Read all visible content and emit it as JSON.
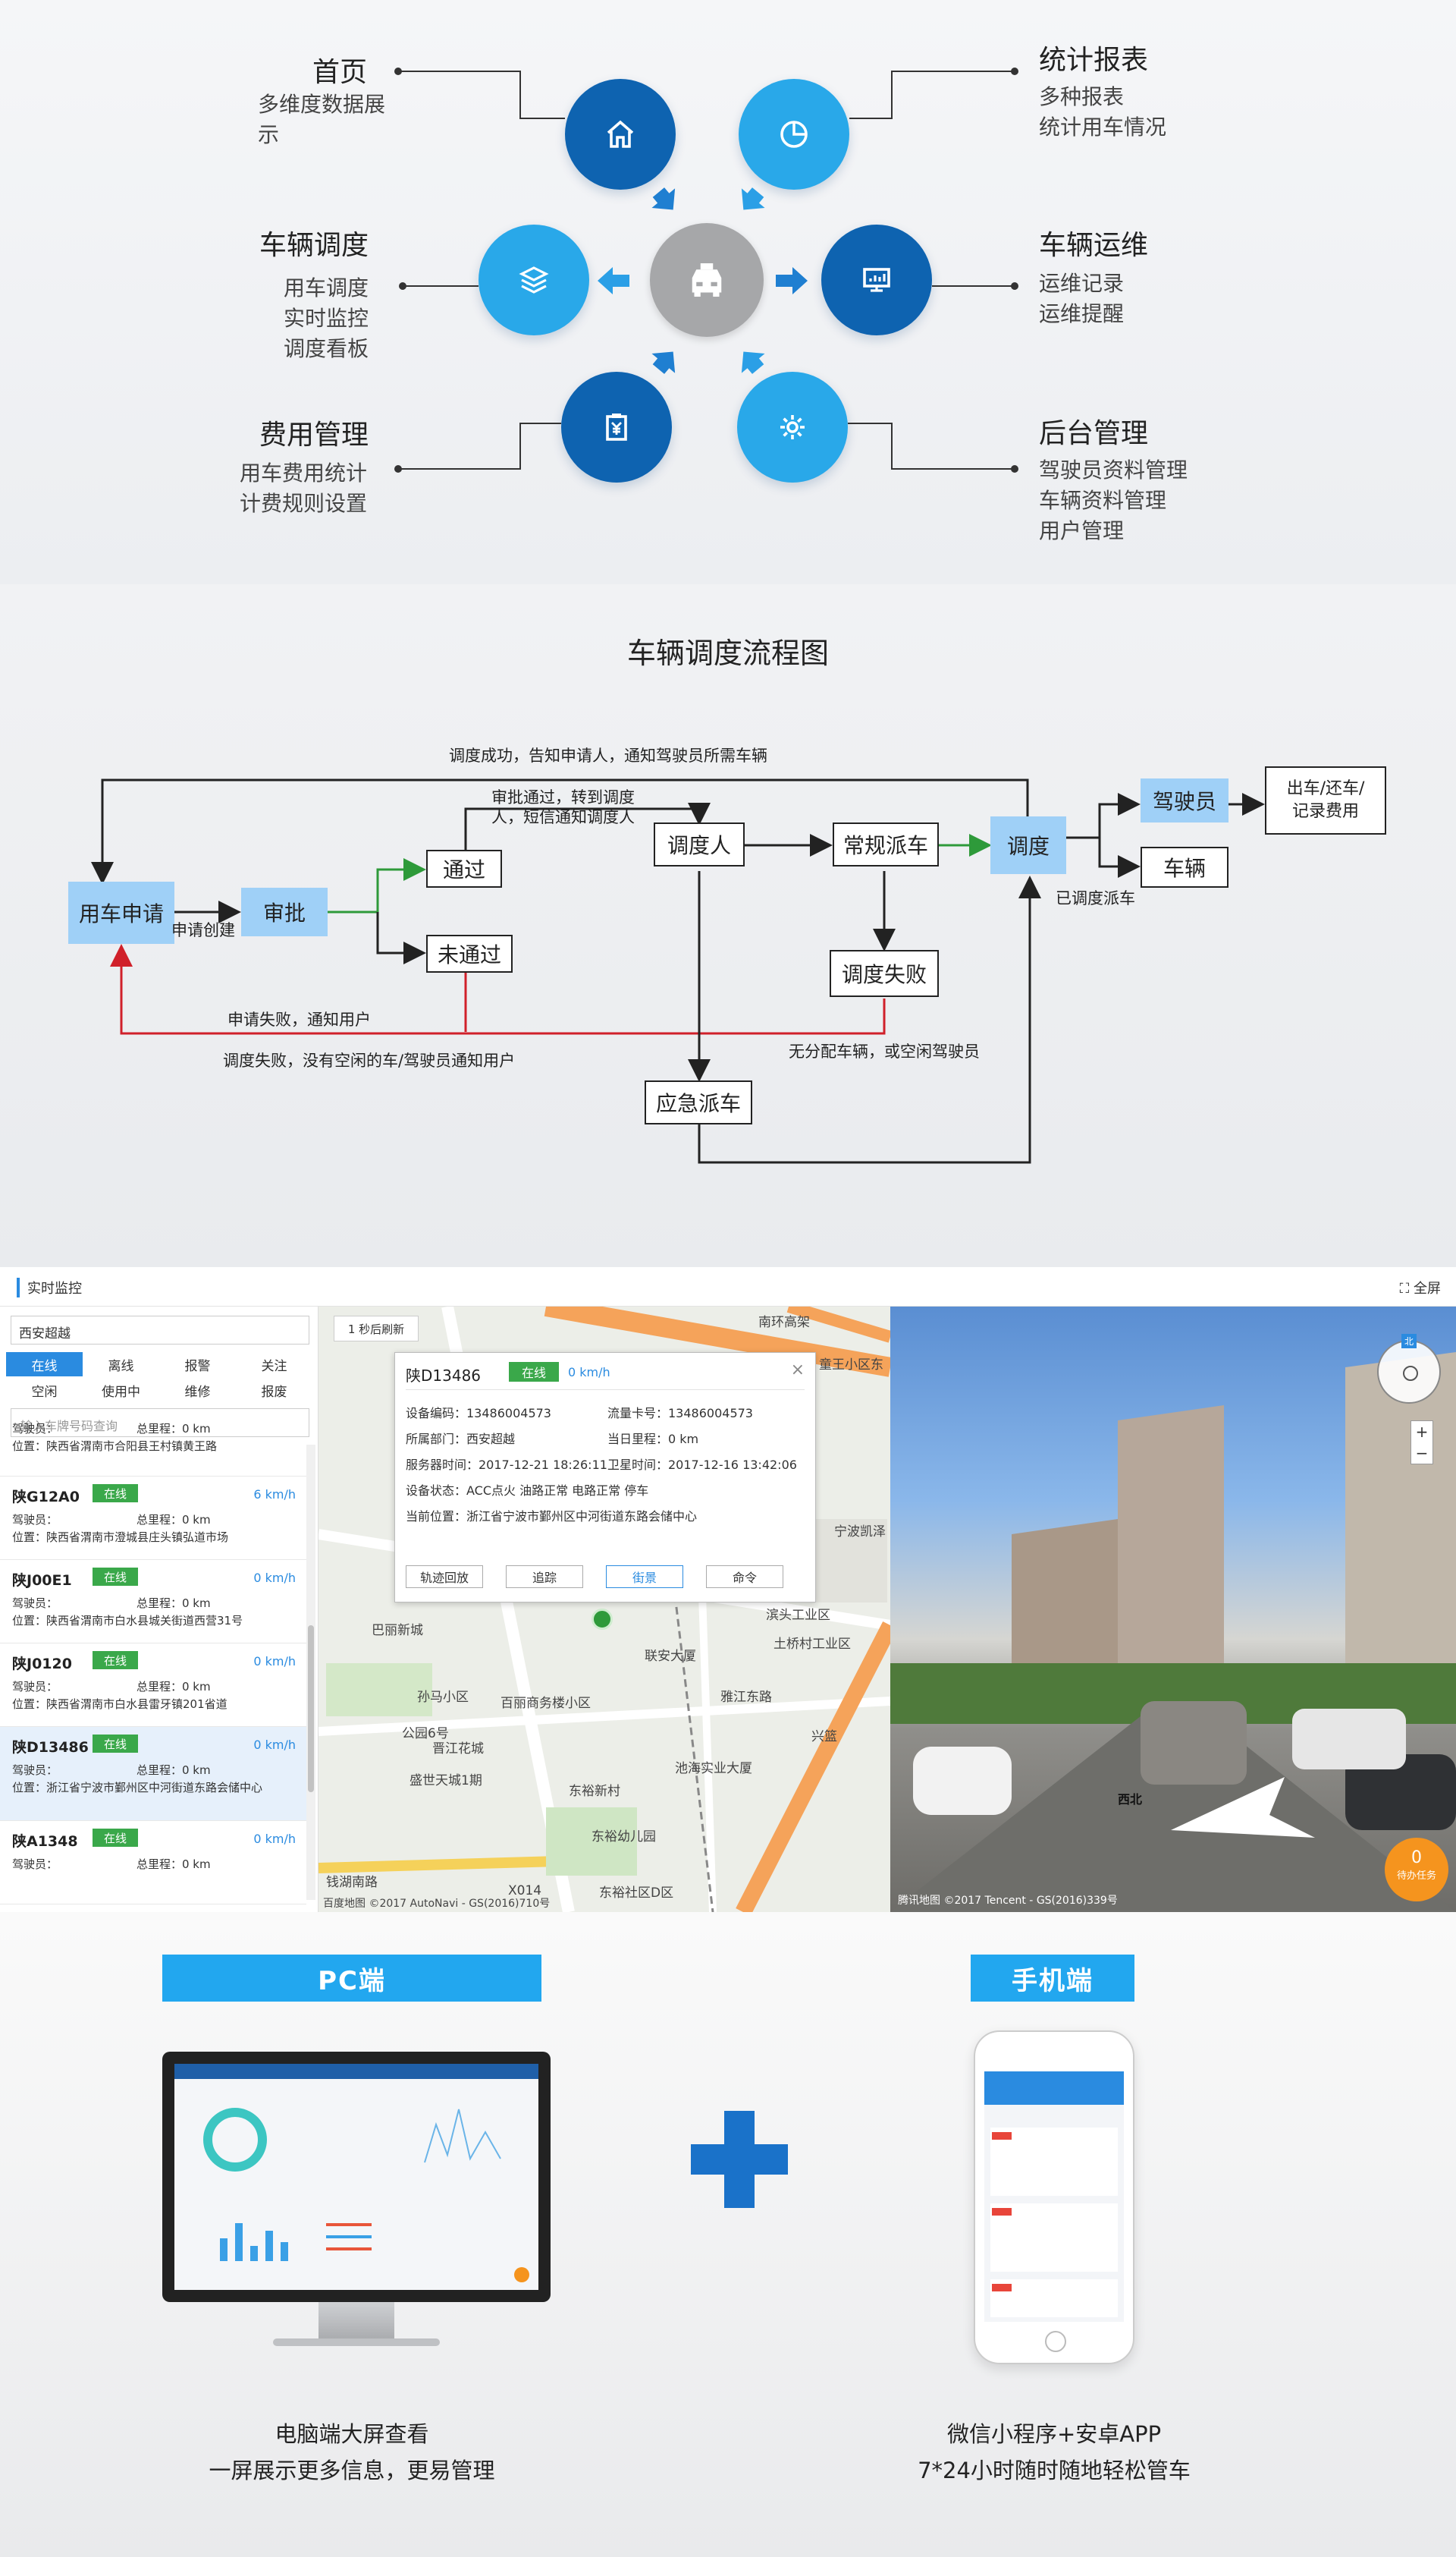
{
  "features": {
    "home": {
      "title": "首页",
      "sub": [
        "多维度数据展",
        "示"
      ],
      "icon": "home-icon"
    },
    "stats": {
      "title": "统计报表",
      "sub": [
        "多种报表",
        "统计用车情况"
      ],
      "icon": "pie-chart-icon"
    },
    "dispatch": {
      "title": "车辆调度",
      "sub": [
        "用车调度",
        "实时监控",
        "调度看板"
      ],
      "icon": "layers-icon"
    },
    "maintenance": {
      "title": "车辆运维",
      "sub": [
        "运维记录",
        "运维提醒"
      ],
      "icon": "monitor-icon"
    },
    "cost": {
      "title": "费用管理",
      "sub": [
        "用车费用统计",
        "计费规则设置"
      ],
      "icon": "clipboard-yuan-icon"
    },
    "admin": {
      "title": "后台管理",
      "sub": [
        "驾驶员资料管理",
        "车辆资料管理",
        "用户管理"
      ],
      "icon": "gear-icon"
    },
    "center_icon": "taxi-icon",
    "colors": {
      "dark": "#0e63b0",
      "light": "#29a8e9",
      "center": "#a6a7a9"
    }
  },
  "flowchart": {
    "title": "车辆调度流程图",
    "boxes": {
      "apply": "用车申请",
      "review": "审批",
      "pass": "通过",
      "fail": "未通过",
      "dispatcher": "调度人",
      "normal": "常规派车",
      "dispatch": "调度",
      "driver": "驾驶员",
      "vehicle": "车辆",
      "out": "出车/还车/\n记录费用",
      "dispatch_fail": "调度失败",
      "emergency": "应急派车"
    },
    "labels": {
      "top": "调度成功，告知申请人，通知驾驶员所需车辆",
      "approved": "审批通过，转到调度\n人，短信通知调度人",
      "created": "申请创建",
      "apply_fail": "申请失败，通知用户",
      "dispatch_fail_note": "调度失败，没有空闲的车/驾驶员通知用户",
      "no_vehicle": "无分配车辆，或空闲驾驶员",
      "dispatched": "已调度派车"
    }
  },
  "monitor": {
    "title": "实时监控",
    "fullscreen": "全屏",
    "org": "西安超越",
    "tabs": [
      "在线",
      "离线",
      "报警",
      "关注",
      "空闲",
      "使用中",
      "维修",
      "报废"
    ],
    "plate_placeholder": "输入车牌号码查询",
    "refresh": "1 秒后刷新",
    "vehicles": [
      {
        "plate": "",
        "status": "",
        "speed": "",
        "driver": "驾驶员：",
        "mileage": "总里程：0 km",
        "location": "位置：陕西省渭南市合阳县王村镇黄王路"
      },
      {
        "plate": "陕G12A0",
        "status": "在线",
        "speed": "6 km/h",
        "driver": "驾驶员：",
        "mileage": "总里程：0 km",
        "location": "位置：陕西省渭南市澄城县庄头镇弘道市场"
      },
      {
        "plate": "陕J00E1",
        "status": "在线",
        "speed": "0 km/h",
        "driver": "驾驶员：",
        "mileage": "总里程：0 km",
        "location": "位置：陕西省渭南市白水县城关街道西营31号"
      },
      {
        "plate": "陕J0120",
        "status": "在线",
        "speed": "0 km/h",
        "driver": "驾驶员：",
        "mileage": "总里程：0 km",
        "location": "位置：陕西省渭南市白水县雷牙镇201省道"
      },
      {
        "plate": "陕D13486",
        "status": "在线",
        "speed": "0 km/h",
        "driver": "驾驶员：",
        "mileage": "总里程：0 km",
        "location": "位置：浙江省宁波市鄞州区中河街道东路会储中心"
      },
      {
        "plate": "陕A1348",
        "status": "在线",
        "speed": "0 km/h",
        "driver": "驾驶员：",
        "mileage": "总里程：0 km",
        "location": ""
      }
    ],
    "popup": {
      "plate": "陕D13486",
      "status": "在线",
      "speed": "0 km/h",
      "device_no": "设备编码：13486004573",
      "sim": "流量卡号：13486004573",
      "dept": "所属部门：西安超越",
      "today": "当日里程：0 km",
      "server_time": "服务器时间：2017-12-21 18:26:11",
      "gps_time": "卫星时间：2017-12-16 13:42:06",
      "device_status": "设备状态：ACC点火 油路正常 电路正常 停车",
      "position": "当前位置：浙江省宁波市鄞州区中河街道东路会储中心",
      "buttons": [
        "轨迹回放",
        "追踪",
        "街景",
        "命令"
      ]
    },
    "map_labels": [
      "南环高架",
      "童王小区东",
      "宁波凯泽",
      "滨头工业区",
      "土桥村工业区",
      "巴丽新城",
      "联安大厦",
      "雅江东路",
      "孙马小区",
      "百丽商务楼小区",
      "兴篮",
      "公园6号",
      "晋江花城",
      "池海实业大厦",
      "盛世天城1期",
      "东裕新村",
      "东裕幼儿园",
      "钱湖南路",
      "东裕社区D区",
      "X014",
      "百度地图 ©2017 AutoNavi - GS(2016)710号"
    ],
    "street_labels": [
      "西北",
      "北",
      "腾讯地图 ©2017 Tencent - GS(2016)339号"
    ],
    "task_badge": {
      "count": "0",
      "label": "待办任务"
    }
  },
  "devices": {
    "pc": {
      "header": "PC端",
      "desc": [
        "电脑端大屏查看",
        "一屏展示更多信息，更易管理"
      ]
    },
    "mobile": {
      "header": "手机端",
      "desc": [
        "微信小程序+安卓APP",
        "7*24小时随时随地轻松管车"
      ]
    },
    "accent": "#22a7ef"
  }
}
